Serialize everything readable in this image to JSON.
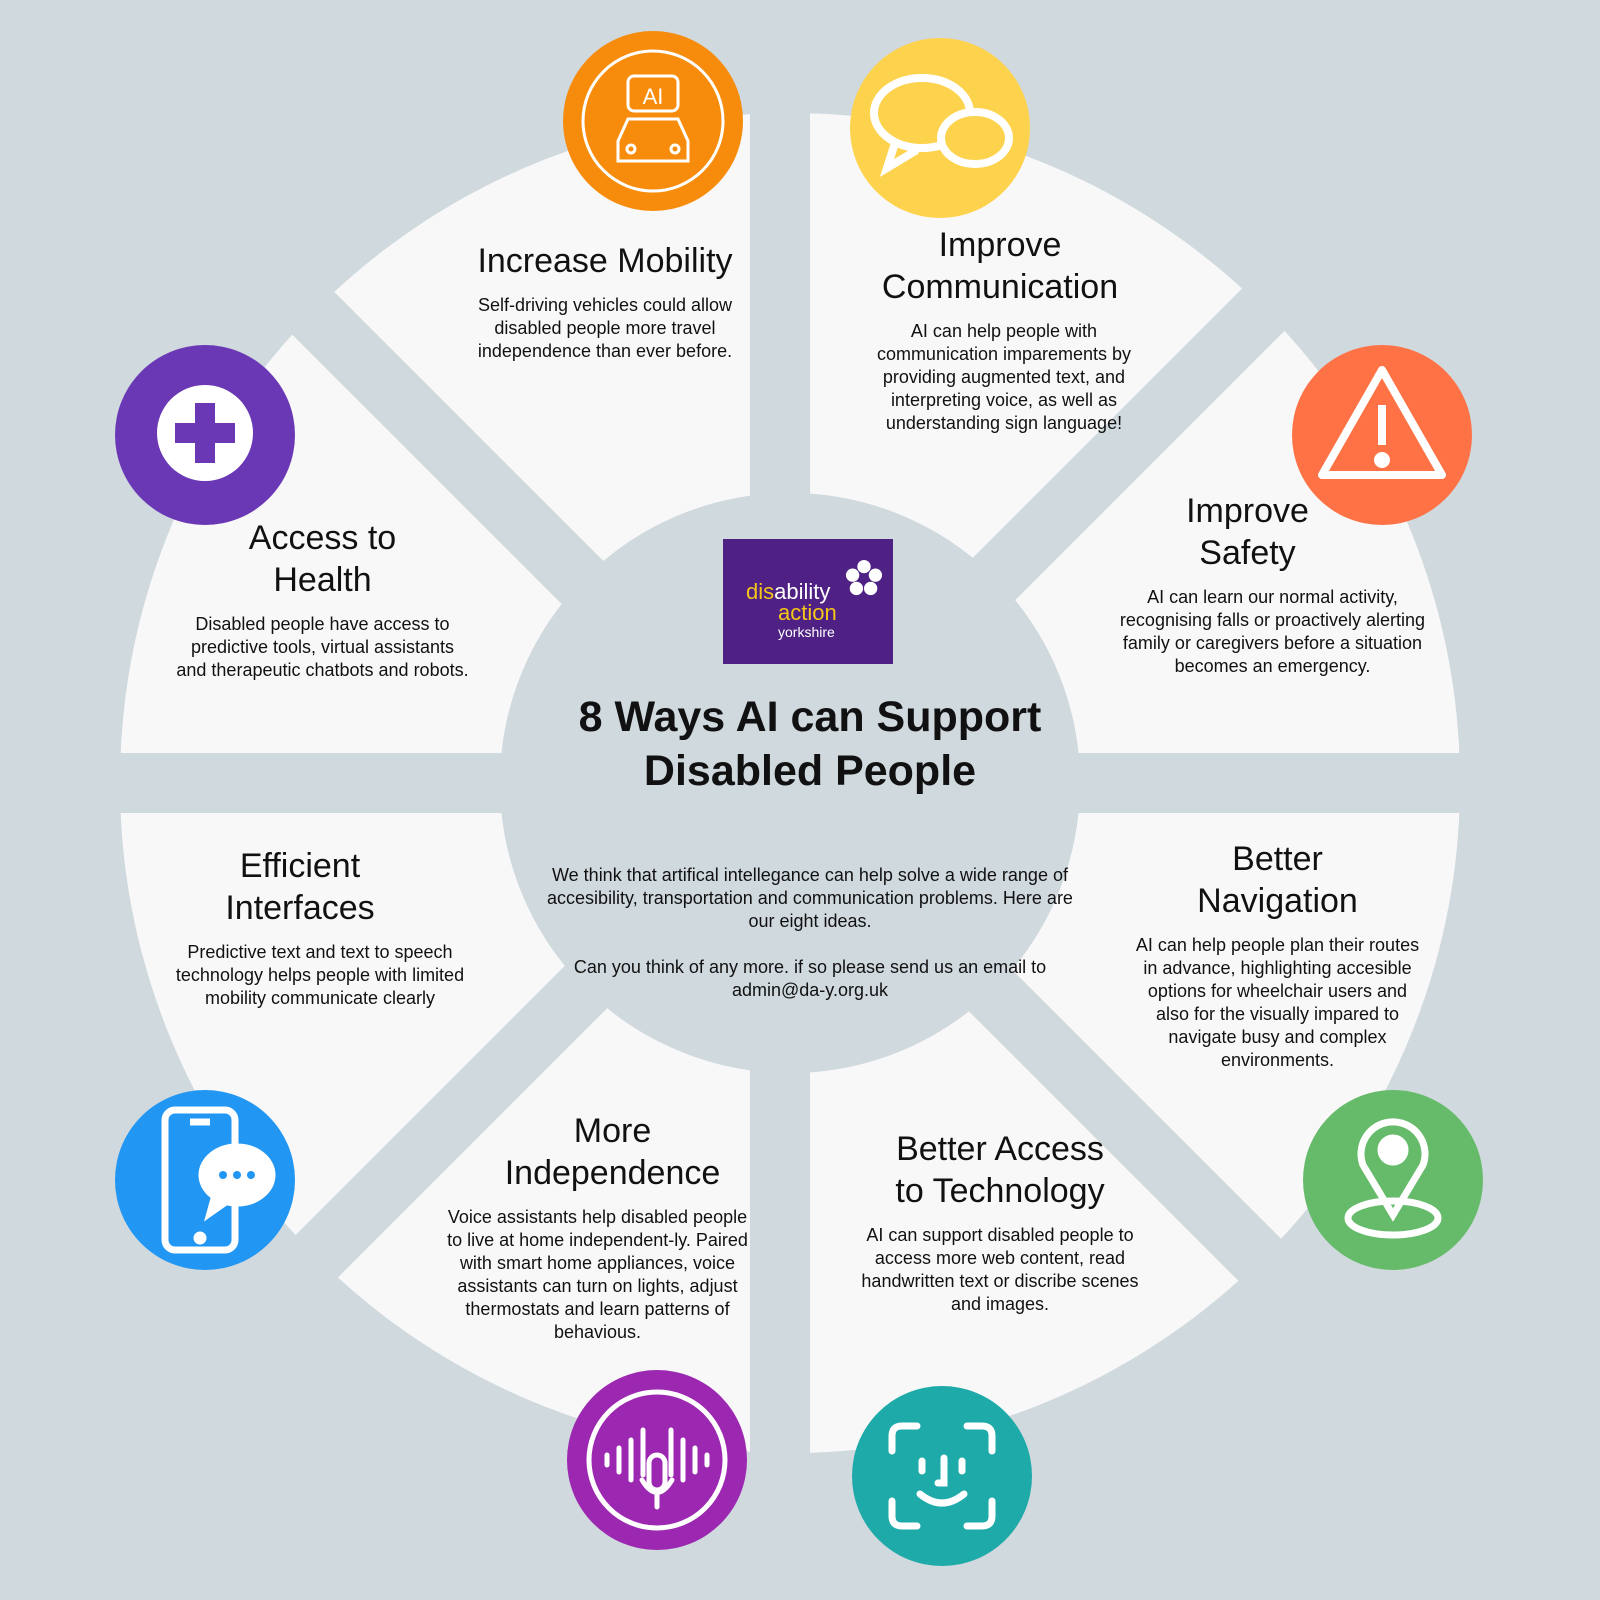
{
  "logo": {
    "text_dis": "dis",
    "text_ability": "ability",
    "text_action": "action",
    "text_region": "yorkshire"
  },
  "title": "8 Ways AI can Support Disabled People",
  "intro": {
    "paragraph": "We think that artifical intellegance can help solve a wide range of accesibility, transportation and communication problems. Here are our eight ideas.",
    "cta": "Can you think of any more. if so please send us an email to",
    "email": "admin@da-y.org.uk"
  },
  "ways": [
    {
      "title": "Increase Mobility",
      "text": "Self-driving vehicles could allow disabled people more travel independence than ever before.",
      "icon": "ai-car-icon",
      "color": "#f78c0c"
    },
    {
      "title": "Improve Communication",
      "text": "AI can help people with communication imparements by providing augmented text, and interpreting voice, as well as understanding sign language!",
      "icon": "speech-bubbles-icon",
      "color": "#fdd34d"
    },
    {
      "title": "Improve Safety",
      "text": "AI can learn our normal activity, recognising falls or proactively alerting family or caregivers before a situation becomes an emergency.",
      "icon": "warning-icon",
      "color": "#fe7245"
    },
    {
      "title": "Better Navigation",
      "text": "AI can help people plan their routes in advance, highlighting accesible options for wheelchair users and also for the visually impared to navigate busy and complex environments.",
      "icon": "location-pin-icon",
      "color": "#66bb6a"
    },
    {
      "title": "Better Access to Technology",
      "text": "AI can support disabled people to access more web content, read handwritten text or discribe scenes and images.",
      "icon": "face-scan-icon",
      "color": "#1eaaa8"
    },
    {
      "title": "More Independence",
      "text": "Voice assistants help disabled people to live at home independent-ly. Paired with smart home appliances, voice assistants can turn on lights, adjust thermostats and learn patterns of behavious.",
      "icon": "voice-assistant-icon",
      "color": "#9c27b0"
    },
    {
      "title": "Efficient Interfaces",
      "text": "Predictive text and text to speech technology helps people with limited mobility communicate clearly",
      "icon": "phone-chat-icon",
      "color": "#2196f3"
    },
    {
      "title": "Access to Health",
      "text": "Disabled people have access to predictive tools, virtual assistants and therapeutic chatbots and robots.",
      "icon": "medical-cross-icon",
      "color": "#6a38b5"
    }
  ]
}
